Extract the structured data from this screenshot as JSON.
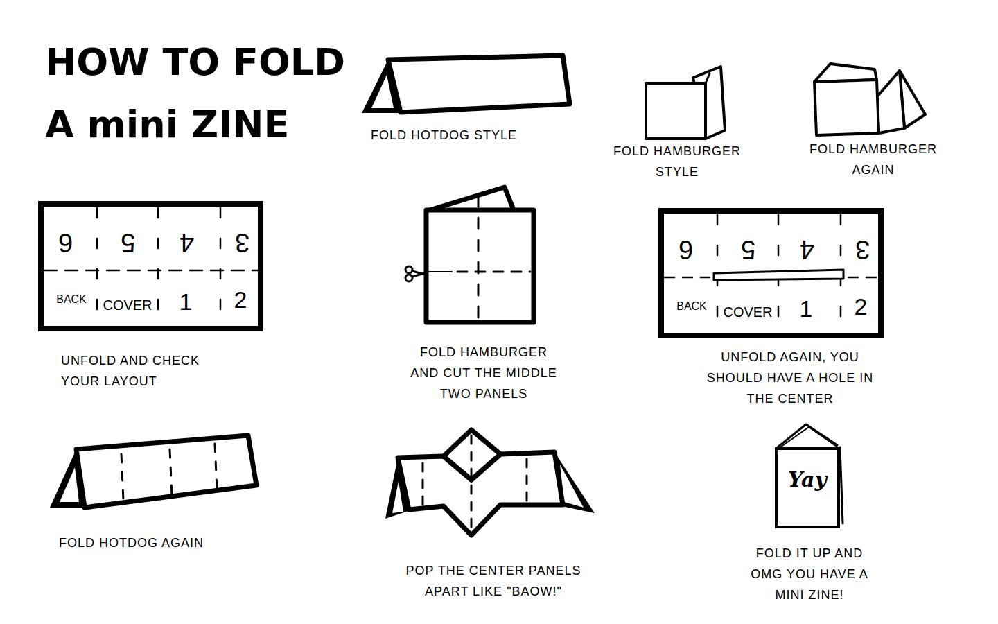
{
  "diagram": {
    "title": "HOW TO FOLD A mini ZINE",
    "nodes": [
      {
        "text": [
          "6",
          "5",
          "4",
          "3",
          "BACK",
          "COVER",
          "1",
          "2"
        ]
      },
      {
        "text": [
          "6",
          "5",
          "4",
          "3",
          "BACK",
          "COVER",
          "1",
          "2"
        ]
      },
      {
        "text": [
          "Yay"
        ]
      }
    ],
    "labels": [
      "FOLD HOTDOG STYLE",
      "FOLD HAMBURGER STYLE",
      "FOLD HAMBURGER AGAIN",
      "UNFOLD AND CHECK YOUR LAYOUT",
      "FOLD HAMBURGER AND CUT THE MIDDLE TWO PANELS",
      "UNFOLD AGAIN, YOU SHOULD HAVE A HOLE IN THE CENTER",
      "FOLD HOTDOG AGAIN",
      "POP THE CENTER PANELS APART LIKE \"BAOW!\"",
      "FOLD IT UP AND OMG YOU HAVE A MINI ZINE!"
    ]
  }
}
